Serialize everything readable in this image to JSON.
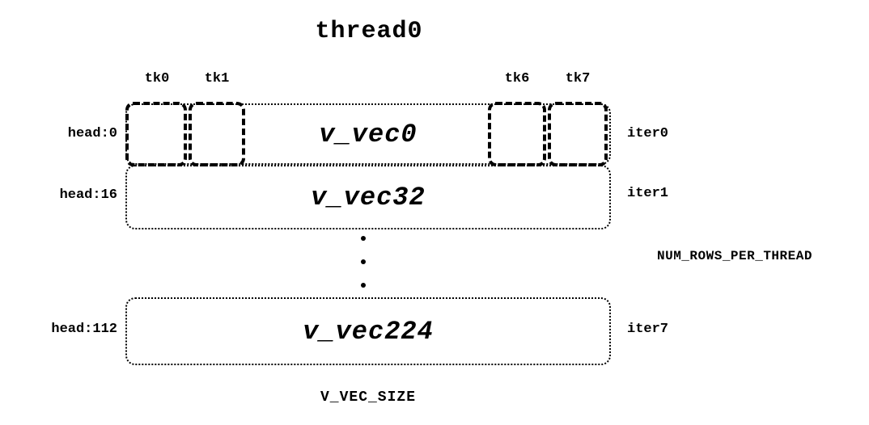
{
  "title": "thread0",
  "tk_labels": [
    "tk0",
    "tk1",
    "tk6",
    "tk7"
  ],
  "rows": [
    {
      "head": "head:0",
      "label": "v_vec0",
      "iter": "iter0"
    },
    {
      "head": "head:16",
      "label": "v_vec32",
      "iter": "iter1"
    },
    {
      "head": "head:112",
      "label": "v_vec224",
      "iter": "iter7"
    }
  ],
  "side_label": "NUM_ROWS_PER_THREAD",
  "bottom_label": "V_VEC_SIZE"
}
